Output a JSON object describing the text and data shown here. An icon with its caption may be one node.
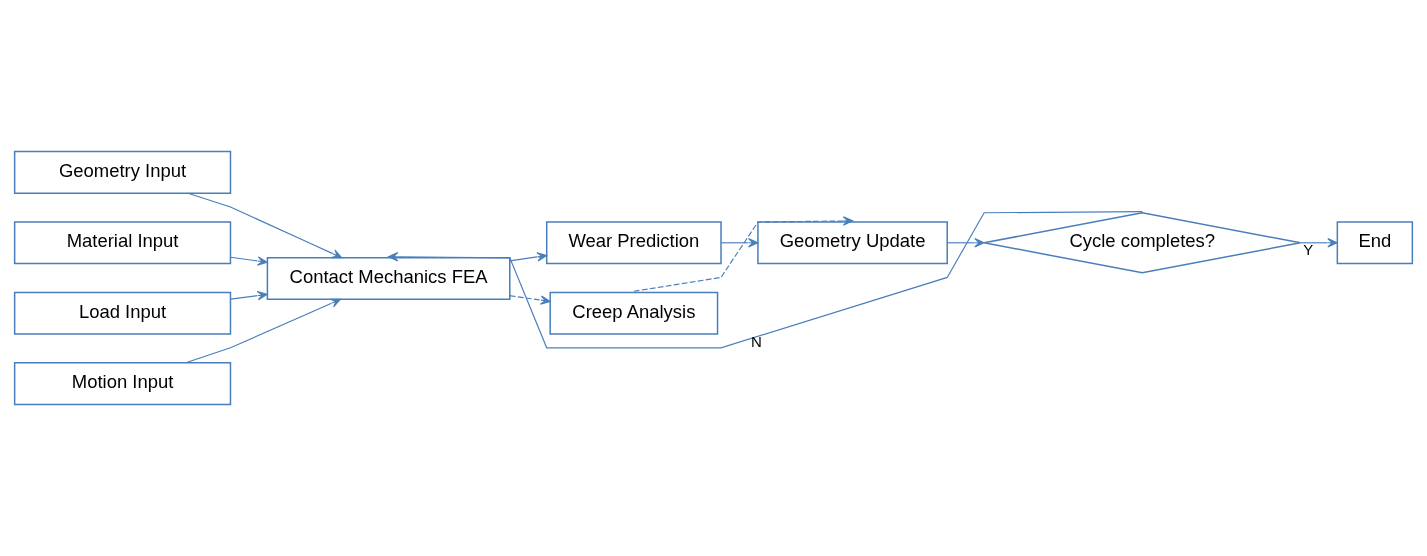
{
  "diagram": {
    "nodes": [
      {
        "text": [
          "Geometry Input"
        ]
      },
      {
        "text": [
          "Material Input"
        ]
      },
      {
        "text": [
          "Load Input"
        ]
      },
      {
        "text": [
          "Motion Input"
        ]
      },
      {
        "text": [
          "Contact Mechanics FEA"
        ]
      },
      {
        "text": [
          "Wear Prediction"
        ]
      },
      {
        "text": [
          "Geometry Update"
        ]
      },
      {
        "text": [
          "Cycle completes?"
        ]
      },
      {
        "text": [
          "End"
        ]
      },
      {
        "text": [
          "Creep Analysis"
        ]
      }
    ],
    "edges": [
      {
        "from": 0,
        "to": 4,
        "arrow": "to"
      },
      {
        "from": 1,
        "to": 4,
        "arrow": "to"
      },
      {
        "from": 2,
        "to": 4,
        "arrow": "to"
      },
      {
        "from": 3,
        "to": 4,
        "arrow": "to"
      },
      {
        "from": 4,
        "to": 5,
        "arrow": "to"
      },
      {
        "from": 5,
        "to": 6,
        "arrow": "to"
      },
      {
        "from": 6,
        "to": 7,
        "arrow": "to"
      },
      {
        "from": 7,
        "to": 8,
        "arrow": "to",
        "label": "Y"
      },
      {
        "from": 7,
        "to": 4,
        "arrow": "to",
        "label": "N"
      },
      {
        "from": 4,
        "to": 9,
        "arrow": "to",
        "style": "dashed"
      },
      {
        "from": 9,
        "to": 6,
        "arrow": "to",
        "style": "dashed"
      }
    ]
  }
}
